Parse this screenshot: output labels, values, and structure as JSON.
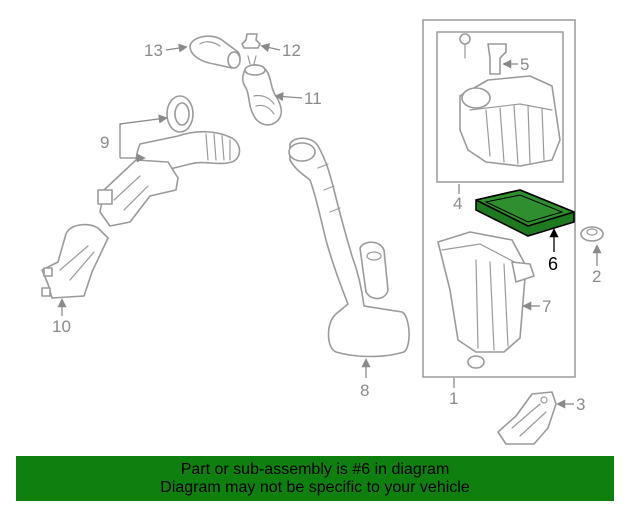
{
  "diagram": {
    "callouts": [
      "13",
      "12",
      "11",
      "9",
      "10",
      "8",
      "5",
      "4",
      "6",
      "2",
      "7",
      "1",
      "3"
    ],
    "highlighted_part": "6",
    "colors": {
      "outline": "#9a9a9a",
      "highlight_fill": "#1f7a1f",
      "highlight_stroke": "#000000",
      "banner": "#0f7f0f"
    }
  },
  "banner": {
    "line1": "Part or sub-assembly is #6 in diagram",
    "line2": "Diagram may not be specific to your vehicle"
  }
}
